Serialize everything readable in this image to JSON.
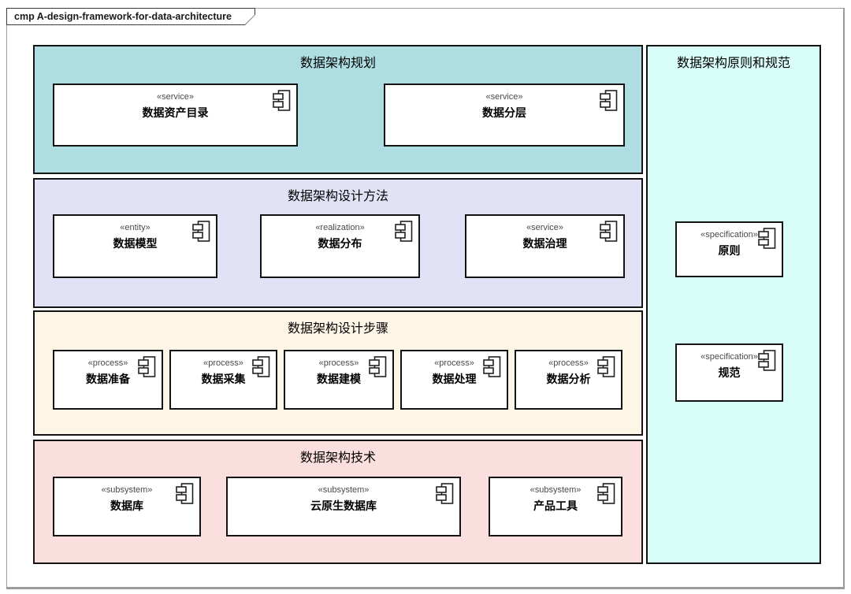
{
  "frame": {
    "label": "cmp A-design-framework-for-data-architecture"
  },
  "diagram_type": "UML component diagram",
  "sections": [
    {
      "title": "数据架构规划",
      "color": "#AFDEE2",
      "components": [
        {
          "stereotype": "«service»",
          "name": "数据资产目录"
        },
        {
          "stereotype": "«service»",
          "name": "数据分层"
        }
      ]
    },
    {
      "title": "数据架构设计方法",
      "color": "#E2E2F6",
      "components": [
        {
          "stereotype": "«entity»",
          "name": "数据模型"
        },
        {
          "stereotype": "«realization»",
          "name": "数据分布"
        },
        {
          "stereotype": "«service»",
          "name": "数据治理"
        }
      ]
    },
    {
      "title": "数据架构设计步骤",
      "color": "#FDF5E5",
      "components": [
        {
          "stereotype": "«process»",
          "name": "数据准备"
        },
        {
          "stereotype": "«process»",
          "name": "数据采集"
        },
        {
          "stereotype": "«process»",
          "name": "数据建模"
        },
        {
          "stereotype": "«process»",
          "name": "数据处理"
        },
        {
          "stereotype": "«process»",
          "name": "数据分析"
        }
      ]
    },
    {
      "title": "数据架构技术",
      "color": "#FBDEDE",
      "components": [
        {
          "stereotype": "«subsystem»",
          "name": "数据库"
        },
        {
          "stereotype": "«subsystem»",
          "name": "云原生数据库"
        },
        {
          "stereotype": "«subsystem»",
          "name": "产品工具"
        }
      ]
    }
  ],
  "side_panel": {
    "title": "数据架构原则和规范",
    "color": "#D9FEFA",
    "components": [
      {
        "stereotype": "«specification»",
        "name": "原则"
      },
      {
        "stereotype": "«specification»",
        "name": "规范"
      }
    ]
  },
  "icons": {
    "component_icon": "uml-component-icon"
  },
  "colors": {
    "section_border": "#141414",
    "component_background": "#FFFFFF",
    "stereotype_text": "#4A4A4A",
    "frame_border": "#9B9B9B"
  }
}
